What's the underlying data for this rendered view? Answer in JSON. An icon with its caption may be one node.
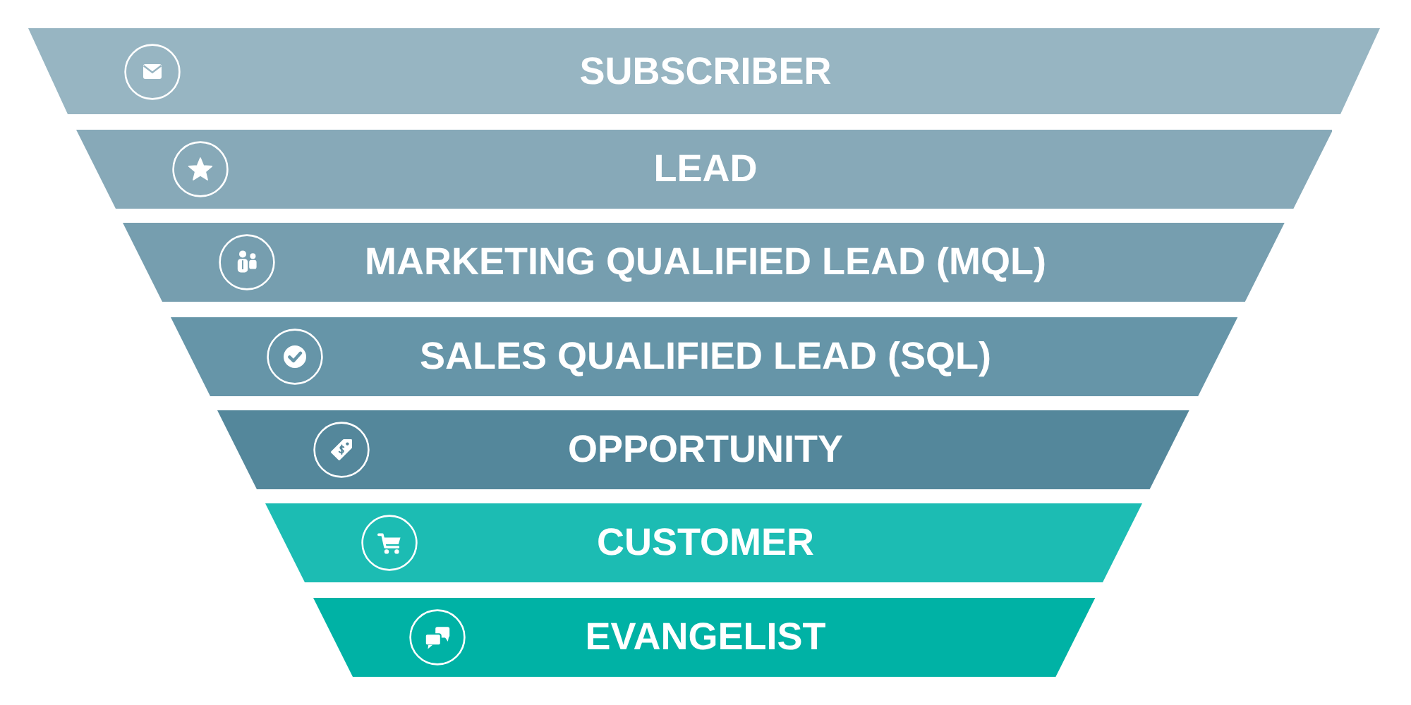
{
  "diagram": {
    "nodes": [
      {
        "text": [
          "SUBSCRIBER"
        ]
      },
      {
        "text": [
          "LEAD"
        ]
      },
      {
        "text": [
          "MARKETING QUALIFIED LEAD (MQL)"
        ]
      },
      {
        "text": [
          "SALES QUALIFIED LEAD (SQL)"
        ]
      },
      {
        "text": [
          "OPPORTUNITY"
        ]
      },
      {
        "text": [
          "CUSTOMER"
        ]
      },
      {
        "text": [
          "EVANGELIST"
        ]
      }
    ]
  }
}
